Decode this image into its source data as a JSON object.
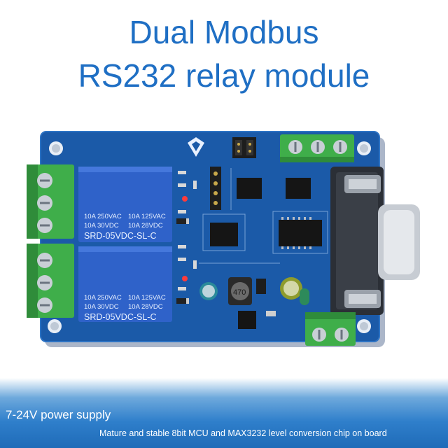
{
  "heading": {
    "line1": "Dual Modbus",
    "line2": "RS232 relay module"
  },
  "relays": [
    {
      "rating_a": "10A 250VAC",
      "rating_b": "10A 125VAC",
      "rating_c": "10A 30VDC",
      "rating_d": "10A 28VDC",
      "model": "SRD-05VDC-SL-C"
    },
    {
      "rating_a": "10A 250VAC",
      "rating_b": "10A 125VAC",
      "rating_c": "10A 30VDC",
      "rating_d": "10A 28VDC",
      "model": "SRD-05VDC-SL-C"
    }
  ],
  "inductor_label": "470",
  "banner": {
    "line1": "7-24V power supply",
    "line2": "Mature and stable 8bit MCU and MAX3232 level conversion chip on board"
  },
  "colors": {
    "title": "#1f6fc4",
    "pcb": "#1b5aa8",
    "relay": "#2f62c9",
    "terminal": "#3fae4a"
  }
}
